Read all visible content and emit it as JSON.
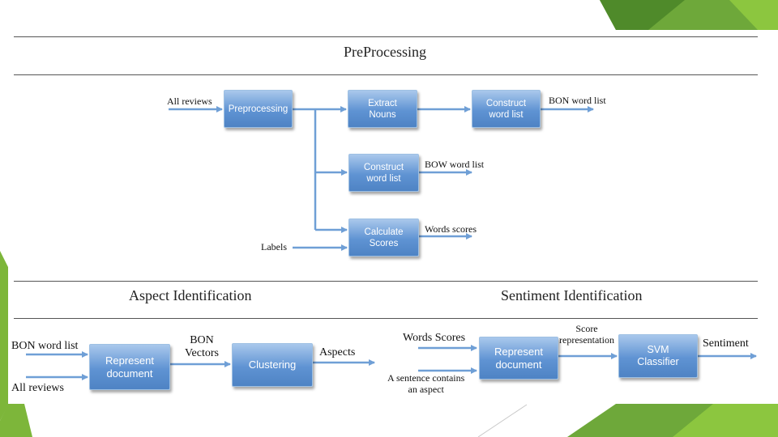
{
  "colors": {
    "box_top": "#a9c8ec",
    "box_bottom": "#4e83c4",
    "arrow": "#6f9fd6",
    "deco_green": "#7db63a",
    "deco_dark_green": "#4f8a2a"
  },
  "sections": {
    "preprocessing": "PreProcessing",
    "aspect": "Aspect Identification",
    "sentiment": "Sentiment Identification"
  },
  "pre": {
    "preprocessing_box": "Preprocessing",
    "extract_box": "Extract\nNouns",
    "construct_bon_box": "Construct\nword list",
    "construct_bow_box": "Construct\nword list",
    "calculate_box": "Calculate\nScores",
    "all_reviews": "All reviews",
    "labels": "Labels",
    "bon_out": "BON word list",
    "bow_out": "BOW word list",
    "scores_out": "Words scores"
  },
  "aspect": {
    "bon_in": "BON word list",
    "all_reviews": "All reviews",
    "represent_box": "Represent\ndocument",
    "bon_vectors": "BON\nVectors",
    "clustering_box": "Clustering",
    "aspects_out": "Aspects"
  },
  "sentiment": {
    "words_scores_in": "Words Scores",
    "sentence_in": "A sentence contains\nan aspect",
    "represent_box": "Represent\ndocument",
    "score_repr": "Score\nrepresentation",
    "svm_box": "SVM\nClassifier",
    "sentiment_out": "Sentiment"
  }
}
